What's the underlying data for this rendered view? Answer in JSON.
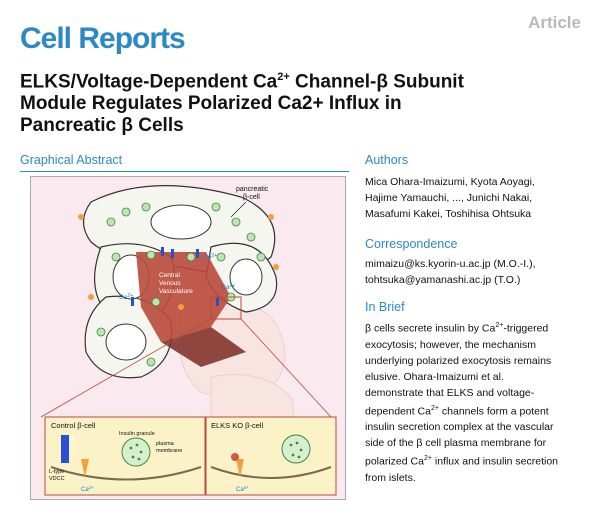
{
  "header": {
    "journal": "Cell Reports",
    "article_type": "Article"
  },
  "title_parts": {
    "p1": "ELKS/Voltage-Dependent Ca",
    "sup1": "2+",
    "p2": " Channel-β Subunit",
    "line2": "Module Regulates Polarized Ca2+ Influx in",
    "line3": "Pancreatic β Cells"
  },
  "graphical_abstract": {
    "heading": "Graphical Abstract",
    "labels": {
      "pancreatic1": "pancreatic",
      "pancreatic2": "β-cell",
      "ca_a": "Ca",
      "ca_b": "Ca",
      "ca_c": "Ca",
      "ca_sup": "2+",
      "central1": "Central",
      "central2": "Venous",
      "central3": "Vasculature",
      "control": "Control β-cell",
      "elks": "ELKS",
      "insulin": "Insulin granule",
      "plasma1": "plasma",
      "plasma2": "membrane",
      "ltype1": "L-type",
      "ltype2": "VDCC",
      "ko": "ELKS KO β-cell",
      "ca_ctrl": "Ca",
      "ca_ko": "Ca"
    }
  },
  "authors": {
    "heading": "Authors",
    "lines": [
      "Mica Ohara-Imaizumi, Kyota Aoyagi,",
      "Hajime Yamauchi, ..., Junichi Nakai,",
      "Masafumi Kakei, Toshihisa Ohtsuka"
    ]
  },
  "correspondence": {
    "heading": "Correspondence",
    "lines": [
      "mimaizu@ks.kyorin-u.ac.jp (M.O.-I.),",
      "tohtsuka@yamanashi.ac.jp (T.O.)"
    ]
  },
  "in_brief": {
    "heading": "In Brief",
    "l1a": "β cells secrete insulin by Ca",
    "l1sup": "2+",
    "l1b": "-triggered",
    "l2": "exocytosis; however, the mechanism",
    "l3": "underlying polarized exocytosis remains",
    "l4": "elusive. Ohara-Imaizumi et al.",
    "l5": "demonstrate that ELKS and voltage-",
    "l6a": "dependent Ca",
    "l6sup": "2+",
    "l6b": " channels form a potent",
    "l7": "insulin secretion complex at the vascular",
    "l8": "side of the β cell plasma membrane for",
    "l9a": "polarized Ca",
    "l9sup": "2+",
    "l9b": " influx and insulin secretion",
    "l10": "from islets."
  }
}
